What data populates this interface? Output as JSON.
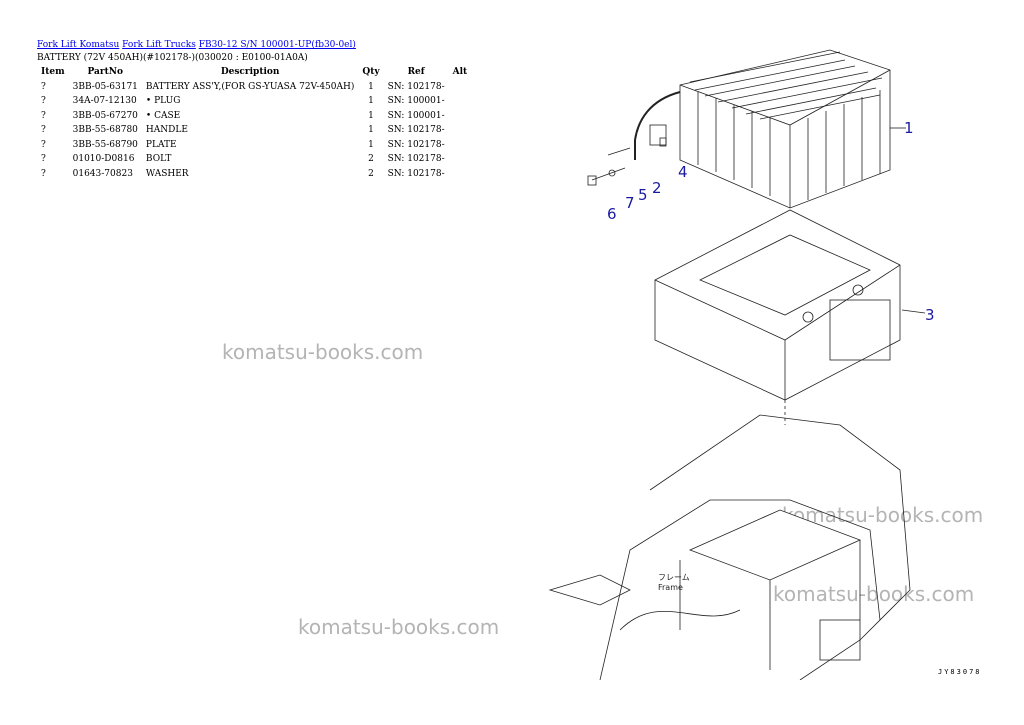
{
  "breadcrumb": {
    "links": [
      "Fork Lift Komatsu",
      "Fork Lift Trucks",
      "FB30-12 S/N 100001-UP(fb30-0el)"
    ]
  },
  "subtitle": "BATTERY (72V 450AH)(#102178-)(030020 : E0100-01A0A)",
  "table": {
    "headers": {
      "item": "Item",
      "partno": "PartNo",
      "description": "Description",
      "qty": "Qty",
      "ref": "Ref",
      "alt": "Alt"
    },
    "rows": [
      {
        "item": "?",
        "partno": "3BB-05-63171",
        "description": "BATTERY ASS'Y,(FOR GS-YUASA 72V-450AH)",
        "qty": "1",
        "ref": "SN: 102178-",
        "alt": ""
      },
      {
        "item": "?",
        "partno": "34A-07-12130",
        "description": "• PLUG",
        "qty": "1",
        "ref": "SN: 100001-",
        "alt": ""
      },
      {
        "item": "?",
        "partno": "3BB-05-67270",
        "description": "• CASE",
        "qty": "1",
        "ref": "SN: 100001-",
        "alt": ""
      },
      {
        "item": "?",
        "partno": "3BB-55-68780",
        "description": "HANDLE",
        "qty": "1",
        "ref": "SN: 102178-",
        "alt": ""
      },
      {
        "item": "?",
        "partno": "3BB-55-68790",
        "description": "PLATE",
        "qty": "1",
        "ref": "SN: 102178-",
        "alt": ""
      },
      {
        "item": "?",
        "partno": "01010-D0816",
        "description": "BOLT",
        "qty": "2",
        "ref": "SN: 102178-",
        "alt": ""
      },
      {
        "item": "?",
        "partno": "01643-70823",
        "description": "WASHER",
        "qty": "2",
        "ref": "SN: 102178-",
        "alt": ""
      }
    ]
  },
  "watermark": "komatsu-books.com",
  "diagram": {
    "callouts": [
      "1",
      "2",
      "3",
      "4",
      "5",
      "6",
      "7"
    ],
    "frame_label_jp": "フレーム",
    "frame_label": "Frame",
    "drawing_code": "JY83078"
  }
}
